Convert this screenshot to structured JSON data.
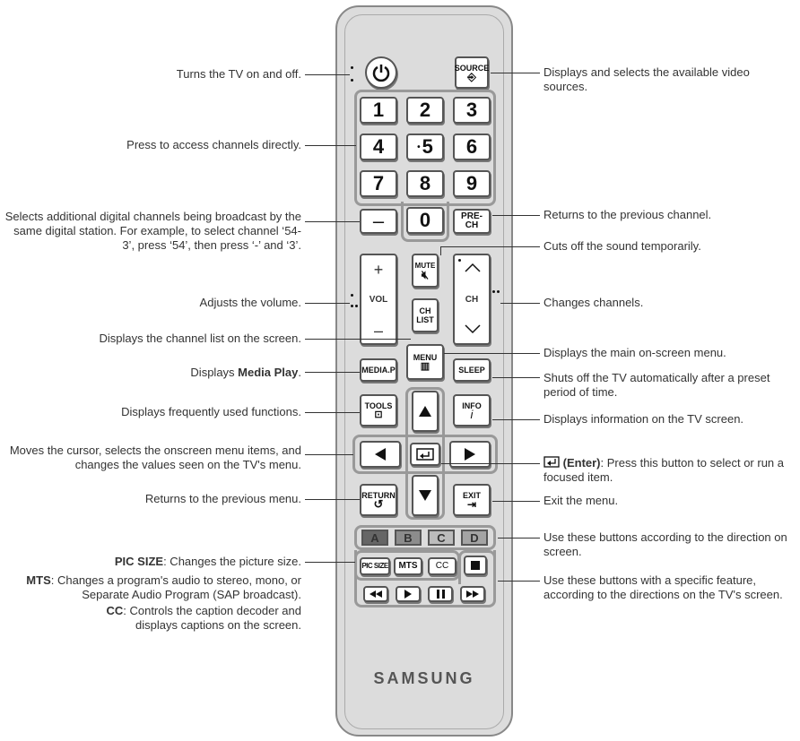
{
  "buttons": {
    "source": "SOURCE",
    "numbers": [
      "1",
      "2",
      "3",
      "4",
      "5",
      "6",
      "7",
      "8",
      "9"
    ],
    "zero": "0",
    "dash": "–",
    "prech": "PRE-CH",
    "mute": "MUTE",
    "vol": "VOL",
    "vol_plus": "+",
    "vol_minus": "–",
    "ch": "CH",
    "chlist_1": "CH",
    "chlist_2": "LIST",
    "menu": "MENU",
    "mediap": "MEDIA.P",
    "sleep": "SLEEP",
    "tools": "TOOLS",
    "info": "INFO",
    "info_i": "i",
    "return": "RETURN",
    "exit": "EXIT",
    "colors": [
      "A",
      "B",
      "C",
      "D"
    ],
    "picsize": "PIC SIZE",
    "mts": "MTS",
    "cc": "CC",
    "brand": "SAMSUNG"
  },
  "labels": {
    "power": "Turns the TV on and off.",
    "source": "Displays and selects the available video sources.",
    "numbers": "Press to access channels directly.",
    "dash": "Selects additional digital channels being broadcast by the same digital station. For example, to select channel ‘54-3’, press ‘54’, then press ‘-’ and ‘3’.",
    "prech": "Returns to the previous channel.",
    "mute": "Cuts off the sound temporarily.",
    "vol": "Adjusts the volume.",
    "ch": "Changes channels.",
    "chlist": "Displays the channel list on the screen.",
    "menu": "Displays the main on-screen menu.",
    "mediap_prefix": "Displays ",
    "mediap_bold": "Media Play",
    "mediap_suffix": ".",
    "sleep": "Shuts off the TV automatically after a preset period of time.",
    "tools": "Displays frequently used functions.",
    "info": "Displays information on the TV screen.",
    "arrows": "Moves the cursor, selects the onscreen menu items, and changes the values seen on the TV's menu.",
    "enter_bold": "(Enter)",
    "enter_text": ": Press this button to select or run a focused item.",
    "return": "Returns to the previous menu.",
    "exit": "Exit the menu.",
    "colors": "Use these buttons according to the direction on screen.",
    "playback": "Use these buttons with a specific feature, according to the directions on the TV's screen.",
    "picsize_bold": "PIC SIZE",
    "picsize_text": ": Changes the picture size.",
    "mts_bold": "MTS",
    "mts_text": ": Changes a program's audio to stereo, mono, or Separate Audio Program (SAP broadcast).",
    "cc_bold": "CC",
    "cc_text": ": Controls the caption decoder and displays captions on the screen."
  },
  "colors": {
    "a": "#666666",
    "b": "#8c8c8c",
    "c": "#bcbcbc",
    "d": "#a4a4a4"
  }
}
